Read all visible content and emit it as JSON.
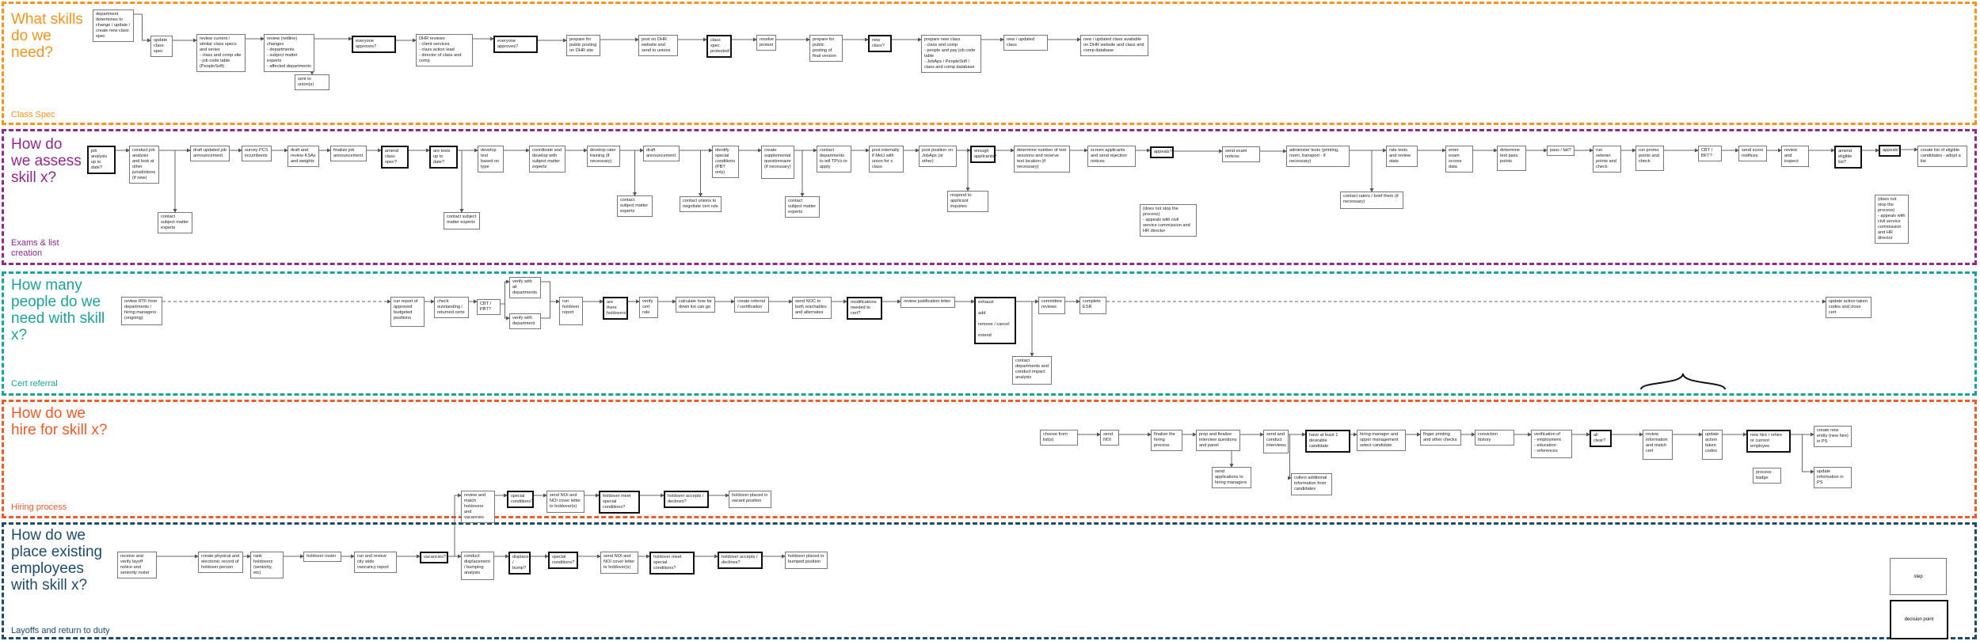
{
  "colors": {
    "lane1": "#f7941d",
    "lane2": "#92278f",
    "lane3": "#1aa39a",
    "lane4": "#f15a29",
    "lane5": "#1d4b6b"
  },
  "legend": {
    "step": "step",
    "decision": "decision point"
  },
  "brace_icon": "curly-brace",
  "lanes": [
    {
      "title": "What skills do we need?",
      "subtitle": "Class Spec",
      "nodes": [
        {
          "id": "a1",
          "text": "department determines to change / update / create new class spec",
          "kind": "step"
        },
        {
          "id": "a2",
          "text": "update class spec",
          "kind": "step"
        },
        {
          "id": "a3",
          "text": "review current / similar class specs and series\n- class and comp site\n- job code table (PeopleSoft)",
          "kind": "step"
        },
        {
          "id": "a4",
          "text": "review (redline) changes\n- departments\n- subject matter experts\n- affected departments",
          "kind": "step"
        },
        {
          "id": "a5",
          "text": "everyone approves?",
          "kind": "decision"
        },
        {
          "id": "a6",
          "text": "DHR reviews\n- client services\n- class action lead\n- director of class and comp",
          "kind": "step"
        },
        {
          "id": "a7",
          "text": "everyone approves?",
          "kind": "decision"
        },
        {
          "id": "a8",
          "text": "prepare for public posting on DHR site",
          "kind": "step"
        },
        {
          "id": "a9",
          "text": "post on DHR website and send to unions",
          "kind": "step"
        },
        {
          "id": "a10",
          "text": "class spec protested?",
          "kind": "decision"
        },
        {
          "id": "a11",
          "text": "resolve protest",
          "kind": "step"
        },
        {
          "id": "a12",
          "text": "prepare for public posting of final version",
          "kind": "step"
        },
        {
          "id": "a13",
          "text": "new class?",
          "kind": "decision"
        },
        {
          "id": "a14",
          "text": "prepare new class\n- class and comp\n- people and pay job code table\n- JobAps / PeopleSoft / class and comp database",
          "kind": "step"
        },
        {
          "id": "a15",
          "text": "new / updated class",
          "kind": "step"
        },
        {
          "id": "a16",
          "text": "new / updated class available on DHR website and class and comp database",
          "kind": "step"
        },
        {
          "id": "a17",
          "text": "sent to union(s)",
          "kind": "step"
        }
      ]
    },
    {
      "title": "How do we assess skill x?",
      "subtitle": "Exams & list creation",
      "nodes": [
        {
          "id": "b1",
          "text": "job analysis up to date?",
          "kind": "decision"
        },
        {
          "id": "b2",
          "text": "conduct job analysis and look at other jurisdictions (if new)",
          "kind": "step"
        },
        {
          "id": "b3",
          "text": "contact subject matter experts",
          "kind": "step"
        },
        {
          "id": "b4",
          "text": "draft updated job announcement",
          "kind": "step"
        },
        {
          "id": "b5",
          "text": "survey PCS incumbents",
          "kind": "step"
        },
        {
          "id": "b6",
          "text": "draft and review KSAs and weights",
          "kind": "step"
        },
        {
          "id": "b7",
          "text": "finalize job announcement",
          "kind": "step"
        },
        {
          "id": "b8",
          "text": "amend class spec?",
          "kind": "decision"
        },
        {
          "id": "b9",
          "text": "are tests up to date?",
          "kind": "decision"
        },
        {
          "id": "b10",
          "text": "contact subject matter experts",
          "kind": "step"
        },
        {
          "id": "b11",
          "text": "develop test based on type",
          "kind": "step"
        },
        {
          "id": "b12",
          "text": "coordinate and develop with subject matter experts",
          "kind": "step"
        },
        {
          "id": "b13",
          "text": "develop rater training (if necessary)",
          "kind": "step"
        },
        {
          "id": "b14",
          "text": "contact subject matter experts",
          "kind": "step"
        },
        {
          "id": "b15",
          "text": "draft announcement",
          "kind": "step"
        },
        {
          "id": "b16",
          "text": "contact unions to negotiate cert rule",
          "kind": "step"
        },
        {
          "id": "b17",
          "text": "identify special conditions (PBT only)",
          "kind": "step"
        },
        {
          "id": "b18",
          "text": "create supplemental questionnaire (if necessary)",
          "kind": "step"
        },
        {
          "id": "b19",
          "text": "contact subject matter experts",
          "kind": "step"
        },
        {
          "id": "b20",
          "text": "contact departments to tell TPVs to apply",
          "kind": "step"
        },
        {
          "id": "b21",
          "text": "post internally if MoU with union for x class",
          "kind": "step"
        },
        {
          "id": "b22",
          "text": "post position on JobAps (or other)",
          "kind": "step"
        },
        {
          "id": "b23",
          "text": "respond to applicant inquiries",
          "kind": "step"
        },
        {
          "id": "b24",
          "text": "enough applicants?",
          "kind": "decision"
        },
        {
          "id": "b25",
          "text": "determine number of test sessions and reserve test location (if necessary)",
          "kind": "step"
        },
        {
          "id": "b26",
          "text": "screen applicants and send rejection notices",
          "kind": "step"
        },
        {
          "id": "b27",
          "text": "appeals?",
          "kind": "decision"
        },
        {
          "id": "b28",
          "text": "(does not stop the process)\n- appeals with civil service commission and HR director",
          "kind": "step"
        },
        {
          "id": "b29",
          "text": "send exam notices",
          "kind": "step"
        },
        {
          "id": "b30",
          "text": "administer tests (printing, room, transport - if necessary)",
          "kind": "step"
        },
        {
          "id": "b31",
          "text": "contact raters / brief them (if necessary)",
          "kind": "step"
        },
        {
          "id": "b32",
          "text": "rate tests and review stats",
          "kind": "step"
        },
        {
          "id": "b33",
          "text": "enter exam scores data",
          "kind": "step"
        },
        {
          "id": "b34",
          "text": "determine test pass points",
          "kind": "step"
        },
        {
          "id": "b35",
          "text": "pass / fail?",
          "kind": "step"
        },
        {
          "id": "b36",
          "text": "run veteran points and check",
          "kind": "step"
        },
        {
          "id": "b37",
          "text": "run promo points and check",
          "kind": "step"
        },
        {
          "id": "b38",
          "text": "CBT / BFT?",
          "kind": "step"
        },
        {
          "id": "b39",
          "text": "send score notifices",
          "kind": "step"
        },
        {
          "id": "b40",
          "text": "review and inspect",
          "kind": "step"
        },
        {
          "id": "b41",
          "text": "amend eligible list?",
          "kind": "decision"
        },
        {
          "id": "b42",
          "text": "appeals?",
          "kind": "decision"
        },
        {
          "id": "b43",
          "text": "(does not stop the process)\n- appeals with civil service commission and HR director",
          "kind": "step"
        },
        {
          "id": "b44",
          "text": "create list of eligible candidates - adopt a list",
          "kind": "step"
        }
      ]
    },
    {
      "title": "How many people do we need with skill x?",
      "subtitle": "Cert referral",
      "nodes": [
        {
          "id": "c1",
          "text": "review RTF from departments / hiring managers (ongoing)",
          "kind": "step"
        },
        {
          "id": "c2",
          "text": "run report of approved budgeted positions",
          "kind": "step"
        },
        {
          "id": "c3",
          "text": "check outstanding / returned certs",
          "kind": "step"
        },
        {
          "id": "c4",
          "text": "CBT / PBT?",
          "kind": "step"
        },
        {
          "id": "c5",
          "text": "verify with all departments",
          "kind": "step"
        },
        {
          "id": "c6",
          "text": "verify with department",
          "kind": "step"
        },
        {
          "id": "c7",
          "text": "run holdover report",
          "kind": "step"
        },
        {
          "id": "c8",
          "text": "are there holdovers?",
          "kind": "decision"
        },
        {
          "id": "c9",
          "text": "verify cert rule",
          "kind": "step"
        },
        {
          "id": "c10",
          "text": "calculate how far down list can go",
          "kind": "step"
        },
        {
          "id": "c11",
          "text": "create referral / certification",
          "kind": "step"
        },
        {
          "id": "c12",
          "text": "send NOC to both reachables and alternates",
          "kind": "step"
        },
        {
          "id": "c13",
          "text": "modifications needed to cert?",
          "kind": "decision"
        },
        {
          "id": "c14",
          "text": "review justification letter",
          "kind": "step"
        },
        {
          "id": "c15",
          "text": "exhaust\n\nadd\n\nremove / cancel\n\nextend",
          "kind": "decision"
        },
        {
          "id": "c16",
          "text": "contact departments and conduct impact analysis",
          "kind": "step"
        },
        {
          "id": "c17",
          "text": "committee reviews",
          "kind": "step"
        },
        {
          "id": "c18",
          "text": "complete ESR",
          "kind": "step"
        },
        {
          "id": "c19",
          "text": "update action taken codes and close cert",
          "kind": "step"
        }
      ]
    },
    {
      "title": "How do we hire for skill x?",
      "subtitle": "Hiring process",
      "nodes": [
        {
          "id": "d1",
          "text": "choose from list(s)",
          "kind": "step"
        },
        {
          "id": "d2",
          "text": "send NOI",
          "kind": "step"
        },
        {
          "id": "d3",
          "text": "finalize the hiring process",
          "kind": "step"
        },
        {
          "id": "d4",
          "text": "prep and finalize interview questions and panel",
          "kind": "step"
        },
        {
          "id": "d5",
          "text": "send applications to hiring managers",
          "kind": "step"
        },
        {
          "id": "d6",
          "text": "send and conduct interviews",
          "kind": "step"
        },
        {
          "id": "d7",
          "text": "collect additional information from candidates",
          "kind": "step"
        },
        {
          "id": "d8",
          "text": "have at least 1 desirable candidate",
          "kind": "decision"
        },
        {
          "id": "d9",
          "text": "hiring manager and upper management select candidate",
          "kind": "step"
        },
        {
          "id": "d10",
          "text": "finger printing and other checks",
          "kind": "step"
        },
        {
          "id": "d11",
          "text": "conviction history",
          "kind": "step"
        },
        {
          "id": "d12",
          "text": "verification of\n- employment\n- education\n- references",
          "kind": "step"
        },
        {
          "id": "d13",
          "text": "all clear?",
          "kind": "decision"
        },
        {
          "id": "d14",
          "text": "review information and match cert",
          "kind": "step"
        },
        {
          "id": "d15",
          "text": "update action taken codes",
          "kind": "step"
        },
        {
          "id": "d16",
          "text": "new hire / rehire or current employee",
          "kind": "decision"
        },
        {
          "id": "d17",
          "text": "process badge",
          "kind": "step"
        },
        {
          "id": "d18",
          "text": "create new entity (new hire) in PS",
          "kind": "step"
        },
        {
          "id": "d19",
          "text": "update information in PS",
          "kind": "step"
        }
      ]
    },
    {
      "title": "How do we place existing employees with skill x?",
      "subtitle": "Layoffs and return to duty",
      "nodes": [
        {
          "id": "e1",
          "text": "receive and verify layoff notice and seniority roster",
          "kind": "step"
        },
        {
          "id": "e2",
          "text": "create physical and electronic record of holdover person",
          "kind": "step"
        },
        {
          "id": "e3",
          "text": "rank holdovers (seniority, etc)",
          "kind": "step"
        },
        {
          "id": "e4",
          "text": "holdover roster",
          "kind": "step"
        },
        {
          "id": "e5",
          "text": "run and review city wide vancancy report",
          "kind": "step"
        },
        {
          "id": "e6",
          "text": "vacancies?",
          "kind": "decision"
        },
        {
          "id": "e7",
          "text": "conduct displacement / bumping analysis",
          "kind": "step"
        },
        {
          "id": "e8",
          "text": "displace / bump?",
          "kind": "decision"
        },
        {
          "id": "e9",
          "text": "special conditions?",
          "kind": "decision"
        },
        {
          "id": "e10",
          "text": "send NOI and NOI cover letter to holdover(s)",
          "kind": "step"
        },
        {
          "id": "e11",
          "text": "holdover meet special conditions?",
          "kind": "decision"
        },
        {
          "id": "e12",
          "text": "holdover accepts / declines?",
          "kind": "decision"
        },
        {
          "id": "e13",
          "text": "holdover placed in bumped position",
          "kind": "step"
        },
        {
          "id": "e14",
          "text": "review and match holdovers and vacancies",
          "kind": "step"
        },
        {
          "id": "e15",
          "text": "special conditions?",
          "kind": "decision"
        },
        {
          "id": "e16",
          "text": "send NOI and NOI cover letter to holdover(s)",
          "kind": "step"
        },
        {
          "id": "e17",
          "text": "holdover meet special conditions?",
          "kind": "decision"
        },
        {
          "id": "e18",
          "text": "holdover accepts / declines?",
          "kind": "decision"
        },
        {
          "id": "e19",
          "text": "holdover placed in vacant position",
          "kind": "step"
        }
      ]
    }
  ]
}
